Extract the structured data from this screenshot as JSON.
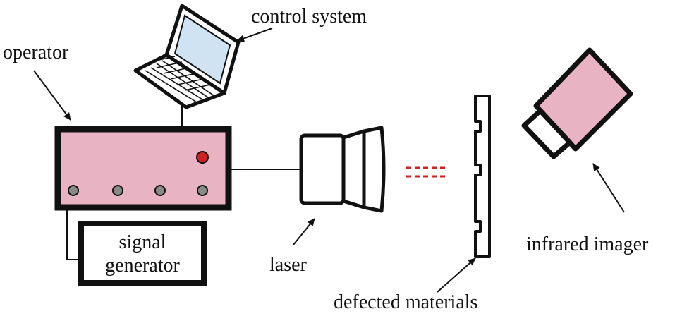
{
  "labels": {
    "control_system": "control system",
    "operator": "operator",
    "signal_generator_line1": "signal",
    "signal_generator_line2": "generator",
    "laser": "laser",
    "defected_materials": "defected materials",
    "infrared_imager": "infrared imager"
  },
  "colors": {
    "device_fill": "#e8b4c4",
    "red_indicator": "#cc2222",
    "grey_knob": "#8a8a8a",
    "laptop_screen": "#cfe3f3",
    "beam_dash": "#cc2222",
    "stroke": "#111111"
  },
  "icons": {
    "operator_box": "control-unit-icon",
    "laptop": "laptop-icon",
    "laser": "laser-head-icon",
    "camera": "infrared-camera-icon",
    "sample": "defected-sample-icon"
  }
}
